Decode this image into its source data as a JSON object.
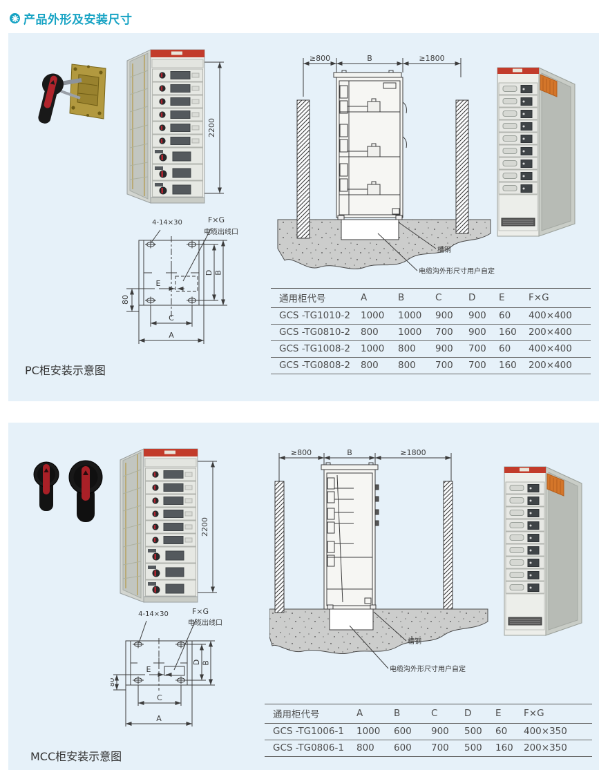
{
  "header": {
    "title": "产品外形及安装尺寸",
    "bullet_icon": "star-circle-icon"
  },
  "pc": {
    "caption": "PC柜安装示意图",
    "elevation": {
      "height_label": "2200"
    },
    "plan": {
      "holes_label": "4-14×30",
      "cutout_label": "F×G",
      "outlet_label": "电缆出线口",
      "dim_e": "E",
      "dim_80": "80",
      "dim_c": "C",
      "dim_a": "A",
      "dim_d": "D",
      "dim_b": "B"
    },
    "section": {
      "clearance_front": "≥800",
      "dim_b": "B",
      "clearance_rear": "≥1800",
      "channel_label": "槽钢",
      "trench_note": "电缆沟外形尺寸用户自定"
    },
    "table": {
      "headers": [
        "通用柜代号",
        "A",
        "B",
        "C",
        "D",
        "E",
        "F×G"
      ],
      "rows": [
        [
          "GCS -TG1010-2",
          "1000",
          "1000",
          "900",
          "900",
          "60",
          "400×400"
        ],
        [
          "GCS -TG0810-2",
          "800",
          "1000",
          "700",
          "900",
          "160",
          "200×400"
        ],
        [
          "GCS -TG1008-2",
          "1000",
          "800",
          "900",
          "700",
          "60",
          "400×400"
        ],
        [
          "GCS -TG0808-2",
          "800",
          "800",
          "700",
          "700",
          "160",
          "200×400"
        ]
      ]
    }
  },
  "mcc": {
    "caption": "MCC柜安装示意图",
    "elevation": {
      "height_label": "2200"
    },
    "plan": {
      "holes_label": "4-14×30",
      "cutout_label": "F×G",
      "outlet_label": "电缆出线口",
      "dim_e": "E",
      "dim_80": "80",
      "dim_c": "C",
      "dim_a": "A",
      "dim_d": "D",
      "dim_b": "B"
    },
    "section": {
      "clearance_front": "≥800",
      "dim_b": "B",
      "clearance_rear": "≥1800",
      "channel_label": "槽钢",
      "trench_note": "电缆沟外形尺寸用户自定"
    },
    "table": {
      "headers": [
        "通用柜代号",
        "A",
        "B",
        "C",
        "D",
        "E",
        "F×G"
      ],
      "rows": [
        [
          "GCS -TG1006-1",
          "1000",
          "600",
          "900",
          "500",
          "60",
          "400×350"
        ],
        [
          "GCS -TG0806-1",
          "800",
          "600",
          "700",
          "500",
          "160",
          "200×350"
        ]
      ]
    }
  }
}
